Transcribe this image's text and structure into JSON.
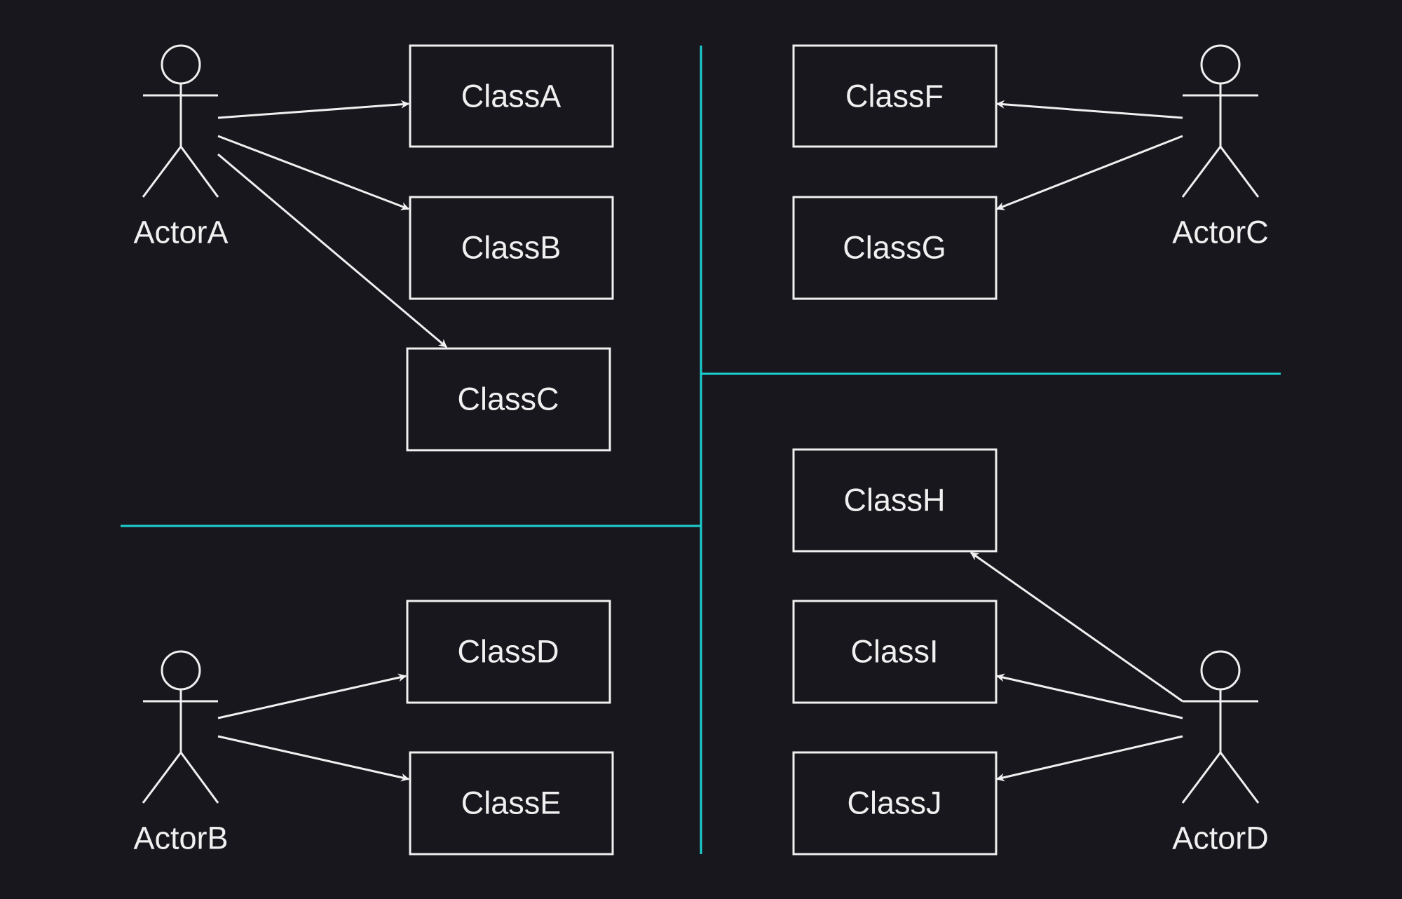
{
  "colors": {
    "background": "#18171e",
    "foreground": "#f0f0f0",
    "divider": "#1ccfd0"
  },
  "actors": [
    {
      "id": "actorA",
      "label": "ActorA"
    },
    {
      "id": "actorB",
      "label": "ActorB"
    },
    {
      "id": "actorC",
      "label": "ActorC"
    },
    {
      "id": "actorD",
      "label": "ActorD"
    }
  ],
  "classes": [
    {
      "id": "classA",
      "label": "ClassA"
    },
    {
      "id": "classB",
      "label": "ClassB"
    },
    {
      "id": "classC",
      "label": "ClassC"
    },
    {
      "id": "classD",
      "label": "ClassD"
    },
    {
      "id": "classE",
      "label": "ClassE"
    },
    {
      "id": "classF",
      "label": "ClassF"
    },
    {
      "id": "classG",
      "label": "ClassG"
    },
    {
      "id": "classH",
      "label": "ClassH"
    },
    {
      "id": "classI",
      "label": "ClassI"
    },
    {
      "id": "classJ",
      "label": "ClassJ"
    }
  ],
  "associations": [
    {
      "from": "ActorA",
      "to": "ClassA"
    },
    {
      "from": "ActorA",
      "to": "ClassB"
    },
    {
      "from": "ActorA",
      "to": "ClassC"
    },
    {
      "from": "ActorB",
      "to": "ClassD"
    },
    {
      "from": "ActorB",
      "to": "ClassE"
    },
    {
      "from": "ActorC",
      "to": "ClassF"
    },
    {
      "from": "ActorC",
      "to": "ClassG"
    },
    {
      "from": "ActorD",
      "to": "ClassH"
    },
    {
      "from": "ActorD",
      "to": "ClassI"
    },
    {
      "from": "ActorD",
      "to": "ClassJ"
    }
  ]
}
